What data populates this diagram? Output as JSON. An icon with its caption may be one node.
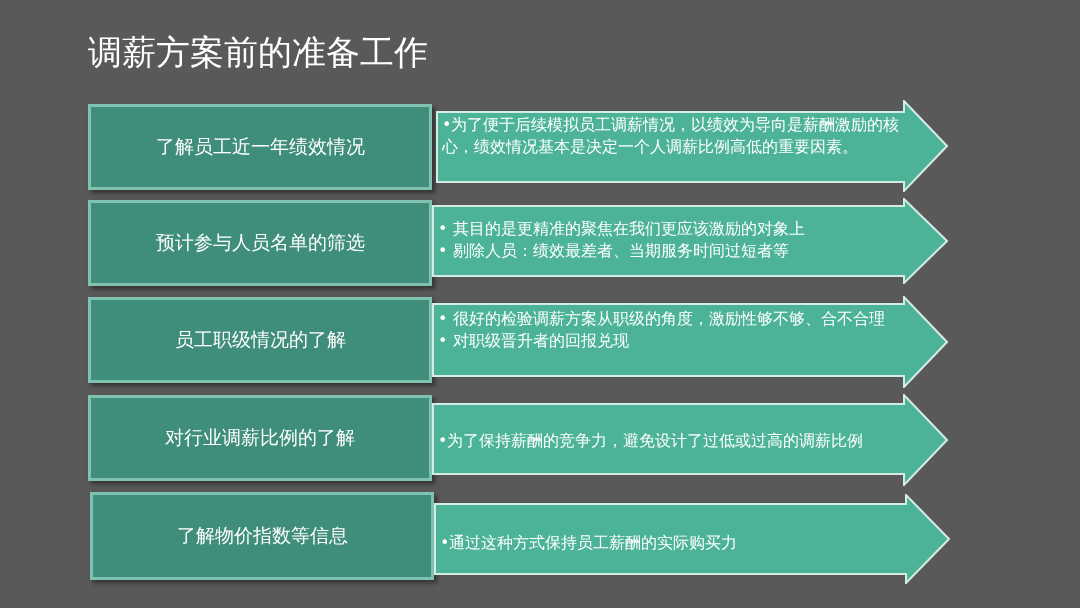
{
  "diagram": {
    "title": "调薪方案前的准备工作",
    "nodes": [
      {
        "text": [
          "了解员工近一年绩效情况"
        ]
      },
      {
        "text": [
          "•为了便于后续模拟员工调薪情况，以绩效为导向是薪酬激励的核心，绩效情况基本是决定一个人调薪比例高低的重要因素。"
        ]
      },
      {
        "text": [
          "预计参与人员名单的筛选"
        ]
      },
      {
        "text": [
          "• 其目的是更精准的聚焦在我们更应该激励的对象上",
          "• 剔除人员：绩效最差者、当期服务时间过短者等"
        ]
      },
      {
        "text": [
          "员工职级情况的了解"
        ]
      },
      {
        "text": [
          "• 很好的检验调薪方案从职级的角度，激励性够不够、合不合理",
          "• 对职级晋升者的回报兑现"
        ]
      },
      {
        "text": [
          "对行业调薪比例的了解"
        ]
      },
      {
        "text": [
          "•为了保持薪酬的竞争力，避免设计了过低或过高的调薪比例"
        ]
      },
      {
        "text": [
          "了解物价指数等信息"
        ]
      },
      {
        "text": [
          "•通过这种方式保持员工薪酬的实际购买力"
        ]
      }
    ]
  }
}
